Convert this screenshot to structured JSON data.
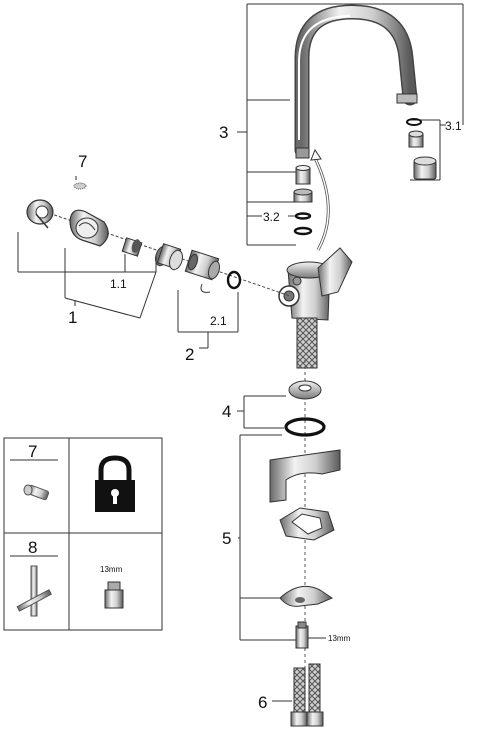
{
  "labels": {
    "part_1": "1",
    "part_1_1": "1.1",
    "part_2": "2",
    "part_2_1": "2.1",
    "part_3": "3",
    "part_3_1": "3.1",
    "part_3_2": "3.2",
    "part_4": "4",
    "part_5": "5",
    "part_6": "6",
    "part_7": "7"
  },
  "wrench_size_label": "13mm",
  "tools_table": {
    "row1_number": "7",
    "row2_number": "8",
    "row2_size": "13mm",
    "row1_icon": "padlock-icon",
    "row2_icon": "socket-icon"
  }
}
